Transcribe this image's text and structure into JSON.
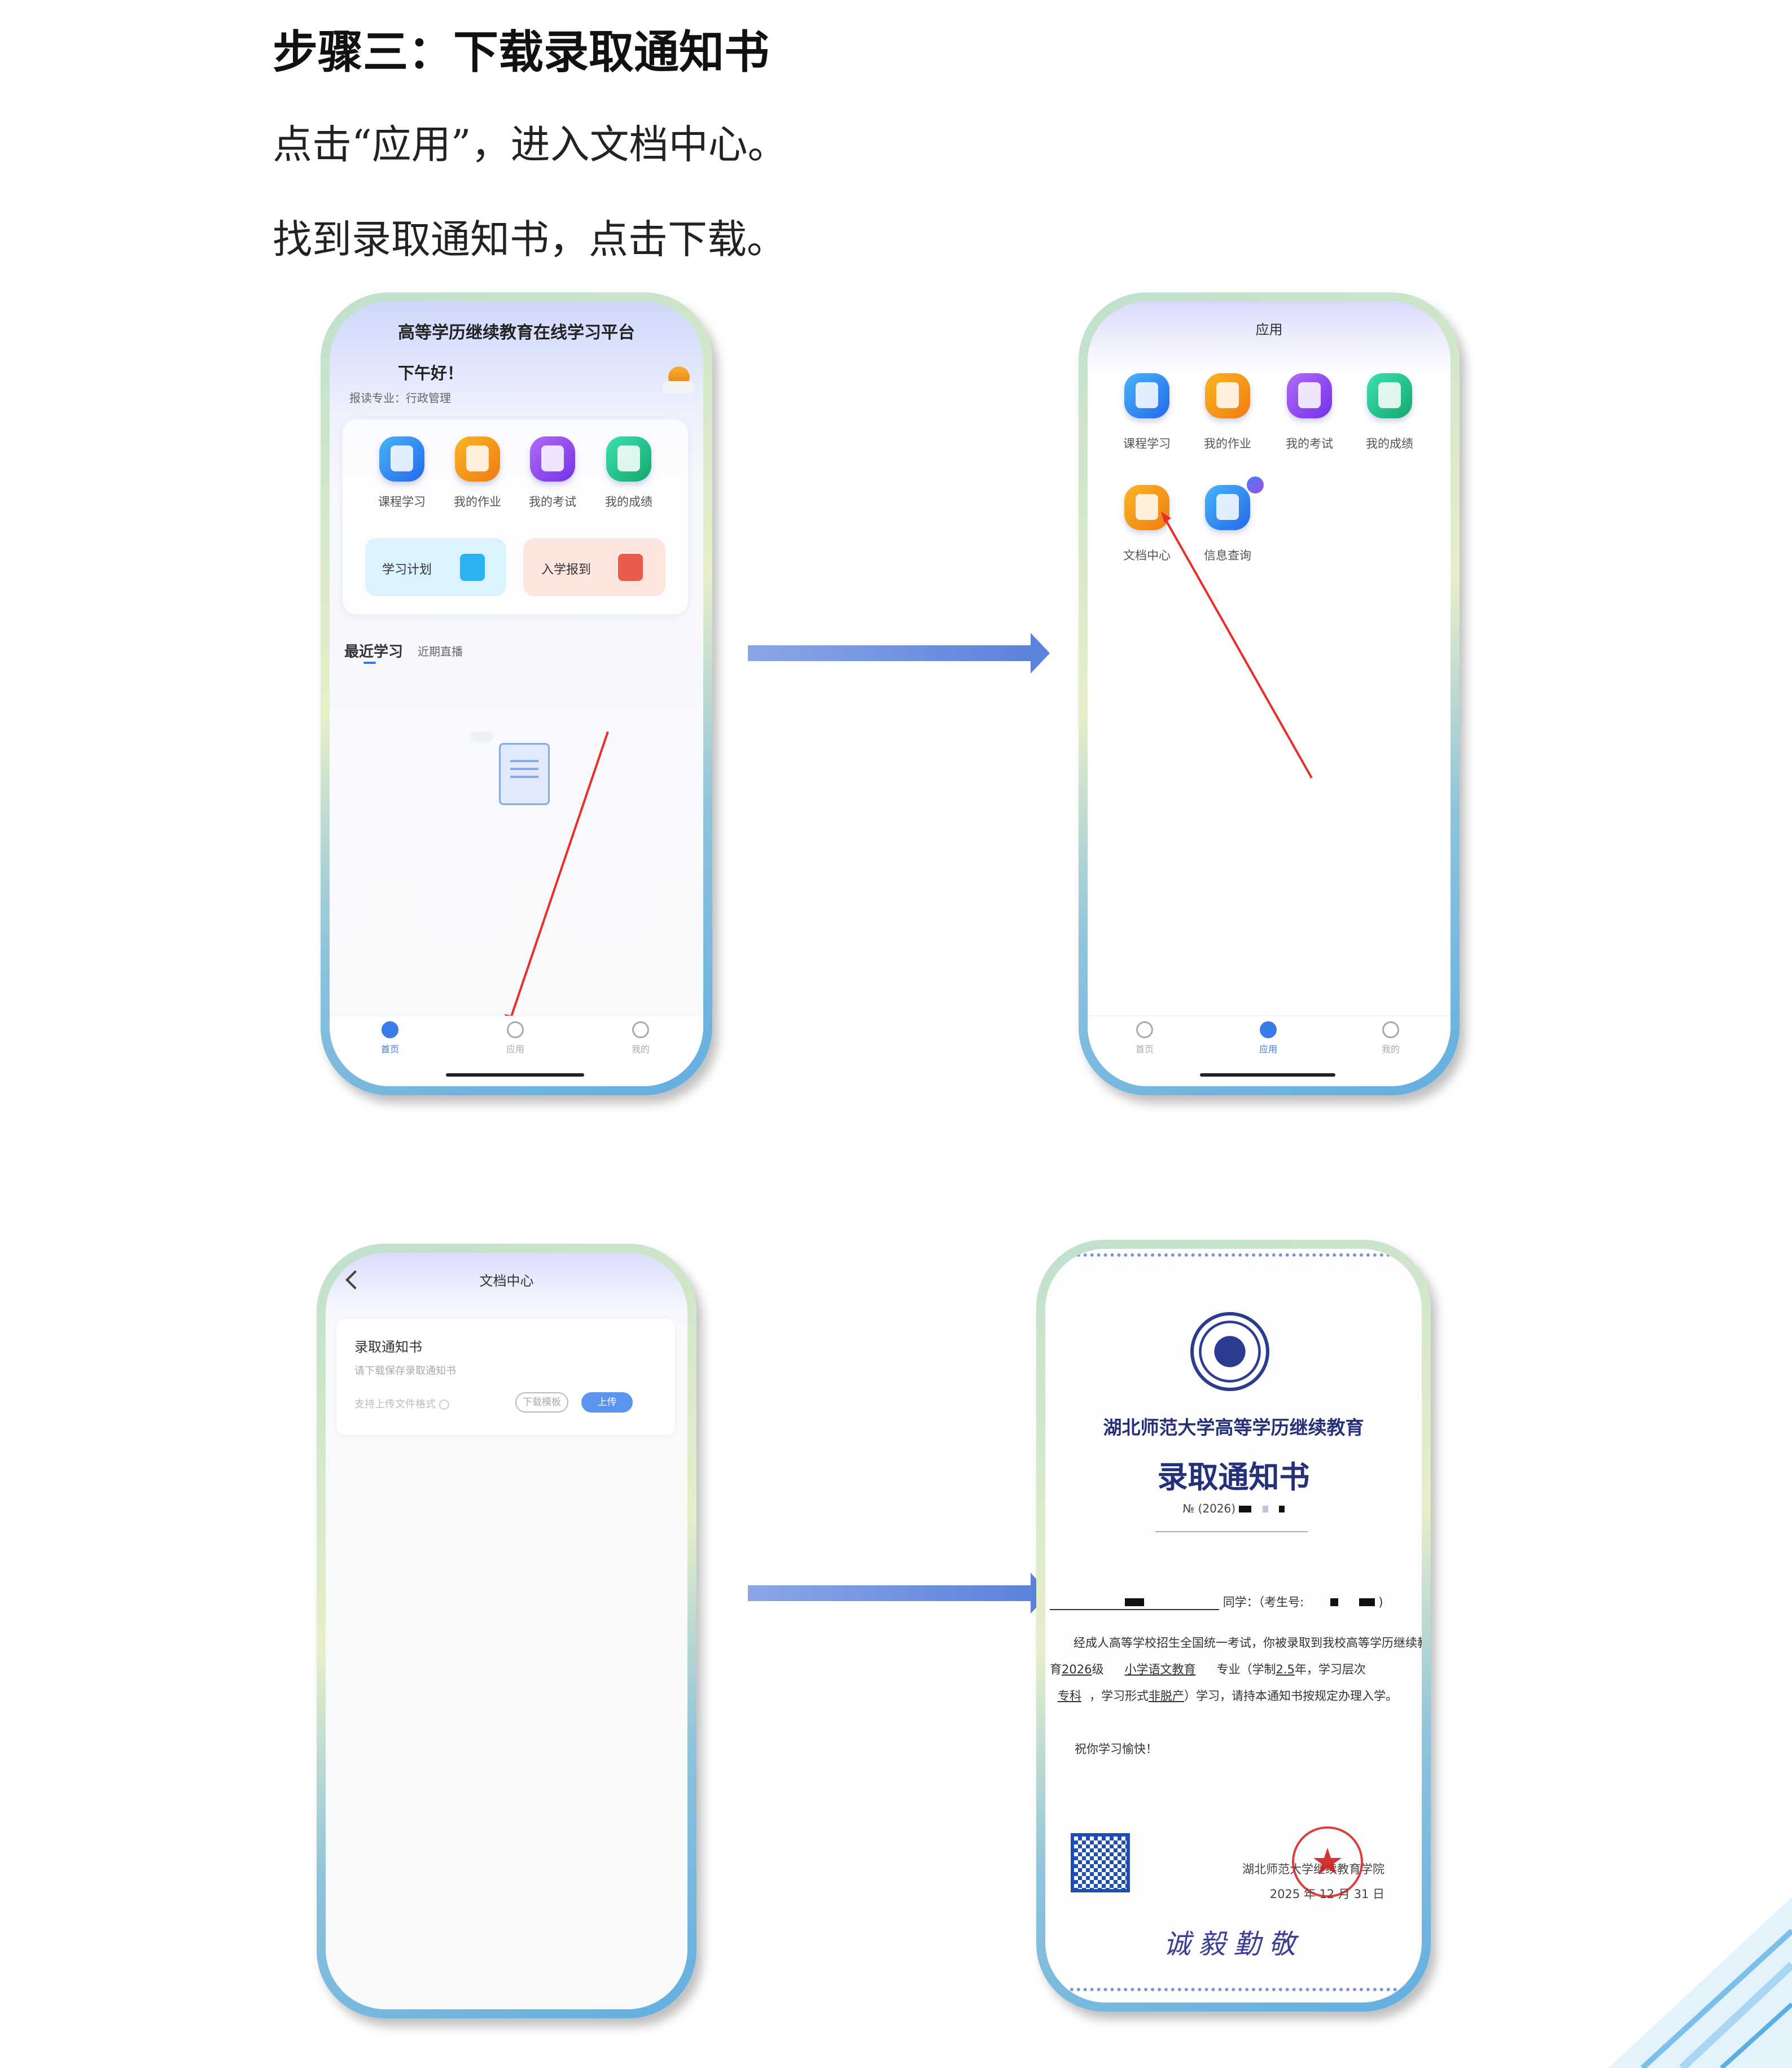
{
  "heading": "步骤三：下载录取通知书",
  "instructions": [
    "点击“应用”，进入文档中心。",
    "找到录取通知书，点击下载。"
  ],
  "colors": {
    "arrow": "#5b82dc",
    "annotation_arrow": "#e8302a",
    "accent": "#3a7bea"
  },
  "phone1": {
    "title": "高等学历继续教育在线学习平台",
    "greeting": "下午好！",
    "major": "报读专业：行政管理",
    "weather_icon": "sun-cloud-icon",
    "apps": [
      {
        "label": "课程学习",
        "icon": "play-video-icon",
        "color": "#2f86f0"
      },
      {
        "label": "我的作业",
        "icon": "homework-icon",
        "color": "#f7971b"
      },
      {
        "label": "我的考试",
        "icon": "exam-icon",
        "color": "#8a4ff0"
      },
      {
        "label": "我的成绩",
        "icon": "score-icon",
        "color": "#22c48c"
      }
    ],
    "shortcuts": [
      {
        "label": "学习计划",
        "icon": "plan-icon"
      },
      {
        "label": "入学报到",
        "icon": "enrollment-icon"
      }
    ],
    "tabs_section": {
      "active": "最近学习",
      "other": "近期直播"
    },
    "tabbar": [
      "首页",
      "应用",
      "我的"
    ],
    "active_tab": 0
  },
  "phone2": {
    "title": "应用",
    "apps": [
      {
        "label": "课程学习",
        "color": "#2f86f0"
      },
      {
        "label": "我的作业",
        "color": "#f7971b"
      },
      {
        "label": "我的考试",
        "color": "#8a4ff0"
      },
      {
        "label": "我的成绩",
        "color": "#22c48c"
      },
      {
        "label": "文档中心",
        "color": "#f7971b"
      },
      {
        "label": "信息查询",
        "color": "#2f86f0"
      }
    ],
    "tabbar": [
      "首页",
      "应用",
      "我的"
    ],
    "active_tab": 1
  },
  "phone3": {
    "title": "文档中心",
    "card": {
      "title": "录取通知书",
      "subtitle": "请下载保存录取通知书",
      "format_hint": "支持上传文件格式",
      "download_btn": "下载模板",
      "upload_btn": "上传"
    }
  },
  "certificate": {
    "institution": "湖北师范大学高等学历继续教育",
    "title": "录取通知书",
    "number_prefix": "№ (2026)",
    "student_suffix": "同学：（考生号:",
    "body_1": "经成人高等学校招生全国统一考试，你被录取到我校高等学历继续教",
    "body_2_prefix": "育",
    "grade": "2026",
    "grade_suffix": "级",
    "major": "小学语文教育",
    "major_suffix": "专业（学制",
    "years": "2.5",
    "years_suffix": "年，学习层次",
    "level": "专科",
    "body_3_mid": "，学习形式",
    "mode": "非脱产",
    "body_3_end": "）学习，请持本通知书按规定办理入学。",
    "wish": "祝你学习愉快！",
    "issuer": "湖北师范大学继续教育学院",
    "date": "2025 年 12 月 31 日",
    "motto": "诚毅勤敬"
  }
}
